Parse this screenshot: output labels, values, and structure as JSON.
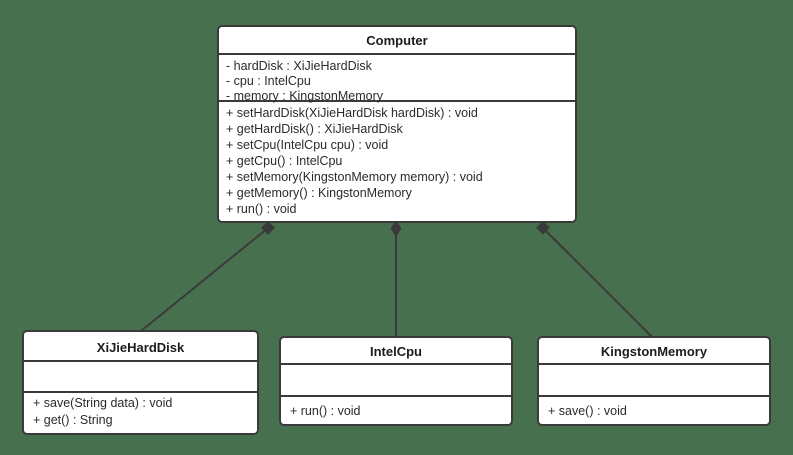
{
  "diagram": {
    "type": "uml-class-diagram",
    "background_color": "#47704f",
    "box_fill": "#ffffff",
    "line_color": "#3a3a3a",
    "classes": [
      {
        "id": "computer",
        "name": "Computer",
        "attributes": [
          "- hardDisk : XiJieHardDisk",
          "- cpu : IntelCpu",
          "- memory : KingstonMemory"
        ],
        "methods": [
          "+ setHardDisk(XiJieHardDisk hardDisk) : void",
          "+ getHardDisk() : XiJieHardDisk",
          "+ setCpu(IntelCpu cpu) : void",
          "+ getCpu() : IntelCpu",
          "+ setMemory(KingstonMemory memory) : void",
          "+ getMemory() : KingstonMemory",
          "+ run() : void"
        ]
      },
      {
        "id": "xijieharddisk",
        "name": "XiJieHardDisk",
        "attributes": [],
        "methods": [
          "+ save(String data) : void",
          "+ get() : String"
        ]
      },
      {
        "id": "intelcpu",
        "name": "IntelCpu",
        "attributes": [],
        "methods": [
          "+ run() : void"
        ]
      },
      {
        "id": "kingstonmemory",
        "name": "KingstonMemory",
        "attributes": [],
        "methods": [
          "+ save() : void"
        ]
      }
    ],
    "relationships": [
      {
        "id": "rel-computer-harddisk",
        "from": "computer",
        "to": "xijieharddisk",
        "kind": "composition"
      },
      {
        "id": "rel-computer-cpu",
        "from": "computer",
        "to": "intelcpu",
        "kind": "composition"
      },
      {
        "id": "rel-computer-memory",
        "from": "computer",
        "to": "kingstonmemory",
        "kind": "composition"
      }
    ]
  }
}
